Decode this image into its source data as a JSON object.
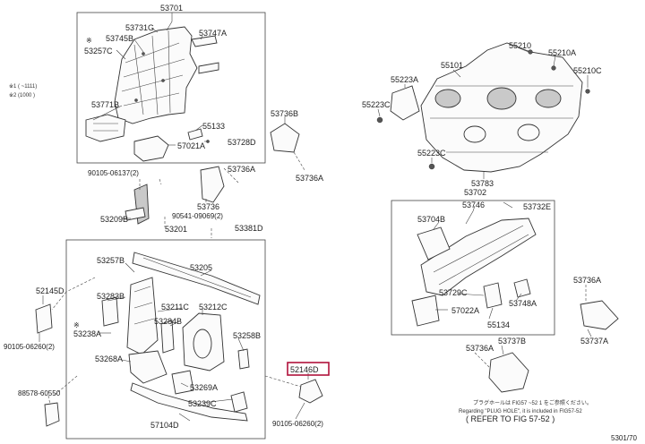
{
  "labels": {
    "p53701": "53701",
    "p53731G": "53731G",
    "p53745B": "53745B",
    "p53257C": "53257C",
    "p53747A": "53747A",
    "note_star": "※",
    "note1": "※1 (    ~1111)",
    "note2": "※2 (1000   )",
    "p53771B": "53771B",
    "p57021A": "57021A",
    "p53728D": "53728D",
    "p55133": "55133",
    "p53736B_top": "53736B",
    "p53736A_top": "53736A",
    "p90105_06137": "90105-06137(2)",
    "p53736A_mid": "53736A",
    "p53736": "53736",
    "p53209B": "53209B",
    "p90541_09069": "90541-09069(2)",
    "p53201": "53201",
    "p53381D": "53381D",
    "p53257B": "53257B",
    "p53205": "53205",
    "p52145D": "52145D",
    "p53283B": "53283B",
    "p53211C": "53211C",
    "p53212C": "53212C",
    "p53238A": "53238A",
    "p53284B": "53284B",
    "p53258B": "53258B",
    "p90105_06260_left": "90105-06260(2)",
    "p53268A": "53268A",
    "p52146D": "52146D",
    "p53269A": "53269A",
    "p88578_60550": "88578-60550",
    "p53239C": "53239C",
    "p90105_06260_right": "90105-06260(2)",
    "p57104D": "57104D",
    "p55210": "55210",
    "p55210A": "55210A",
    "p55101": "55101",
    "p55210C": "55210C",
    "p55223A": "55223A",
    "p55223C_left": "55223C",
    "p55223C_mid": "55223C",
    "p53783": "53783",
    "p53702": "53702",
    "p53746": "53746",
    "p53732E": "53732E",
    "p53704B": "53704B",
    "p53729C": "53729C",
    "p57022A": "57022A",
    "p53748A": "53748A",
    "p55134": "55134",
    "p53736A_right": "53736A",
    "p53737A": "53737A",
    "p53737B": "53737B",
    "p53736A_bottom": "53736A",
    "note_jp": "プラグホールは FIG57 ~52 1 をご参照ください。",
    "note_regarding": "Regarding  \"PLUG HOLE\", it is included in FIG57-52",
    "refer": "( REFER TO FIG 57-52 )",
    "figure_code": "5301/70"
  }
}
